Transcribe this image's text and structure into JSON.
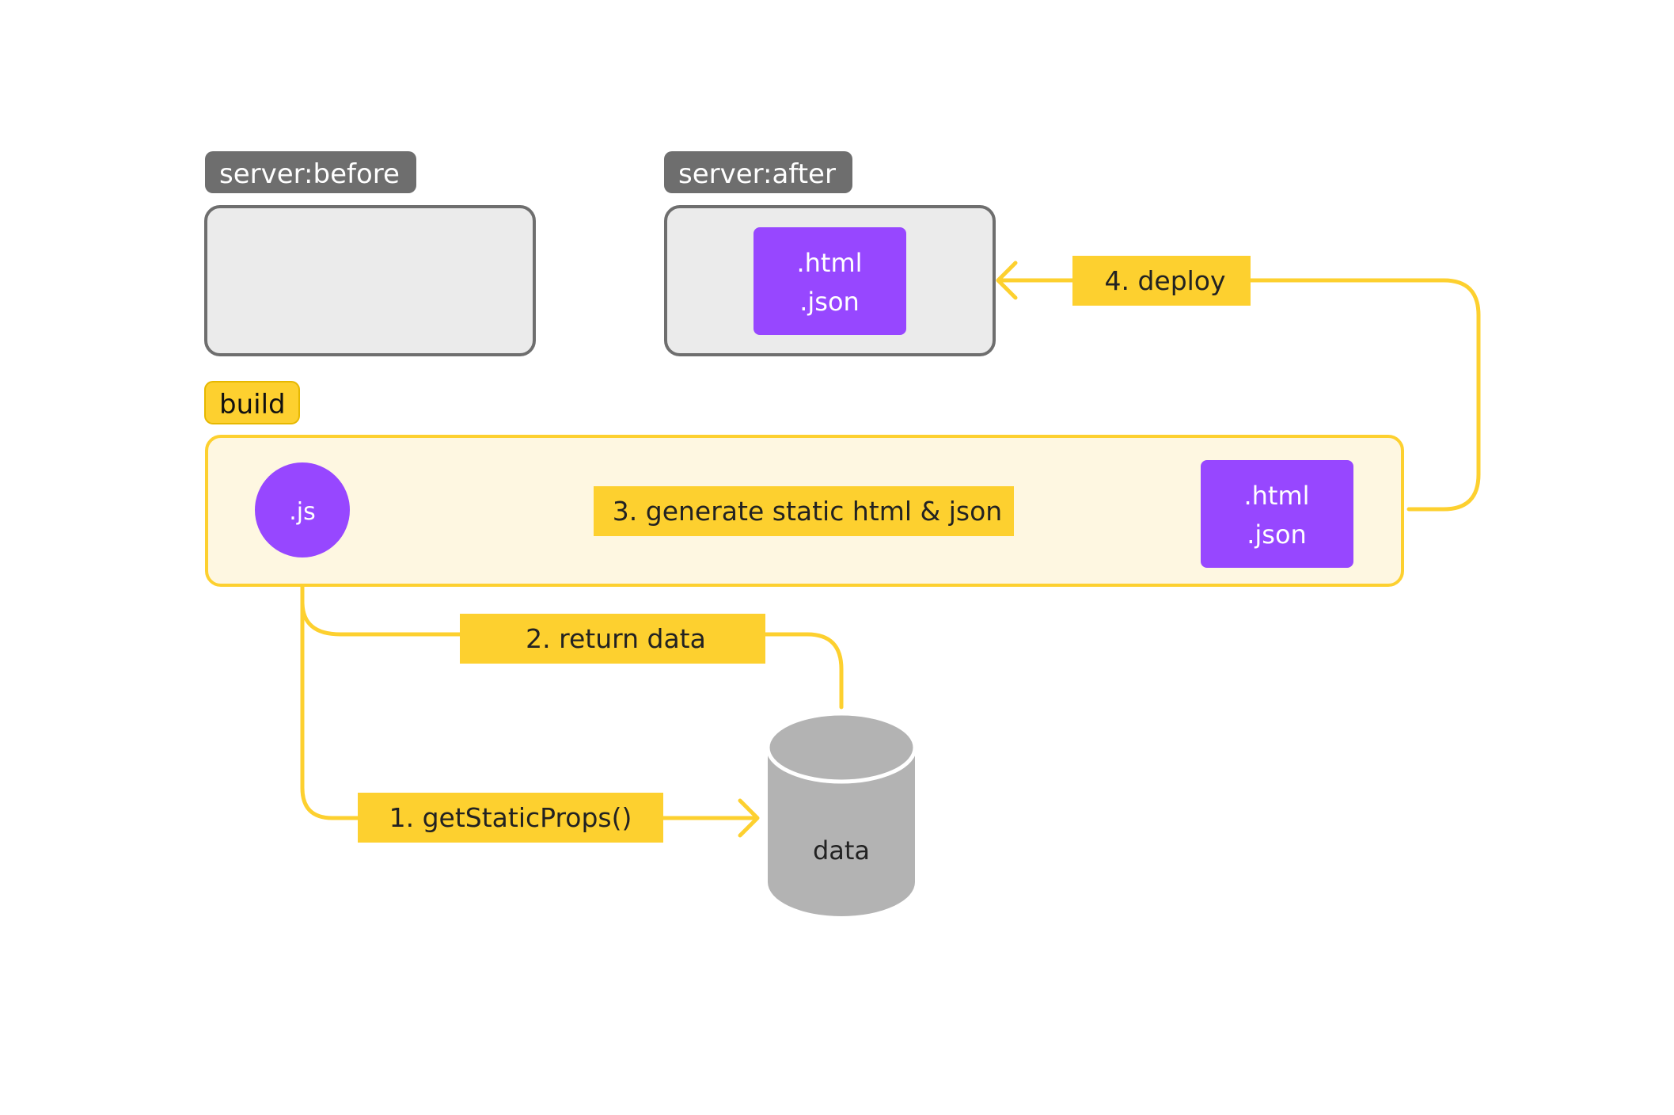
{
  "labels": {
    "server_before": "server:before",
    "server_after": "server:after",
    "build": "build"
  },
  "files": {
    "server_html": ".html",
    "server_json": ".json",
    "build_html": ".html",
    "build_json": ".json",
    "js": ".js"
  },
  "database": {
    "label": "data"
  },
  "steps": {
    "get_static_props": "1. getStaticProps()",
    "return_data": "2. return data",
    "generate": "3. generate static html & json",
    "deploy": "4. deploy"
  },
  "colors": {
    "server_label_bg": "#6e6e6e",
    "server_box_fill": "#ebebeb",
    "server_box_border": "#6e6e6e",
    "build_label_bg": "#fdd02f",
    "build_fill": "#fef7e1",
    "build_border": "#fdd02f",
    "file_fill": "#9747ff",
    "arrow": "#fdd02f",
    "step_label_bg": "#fdd02f",
    "database_fill": "#b3b3b3"
  }
}
